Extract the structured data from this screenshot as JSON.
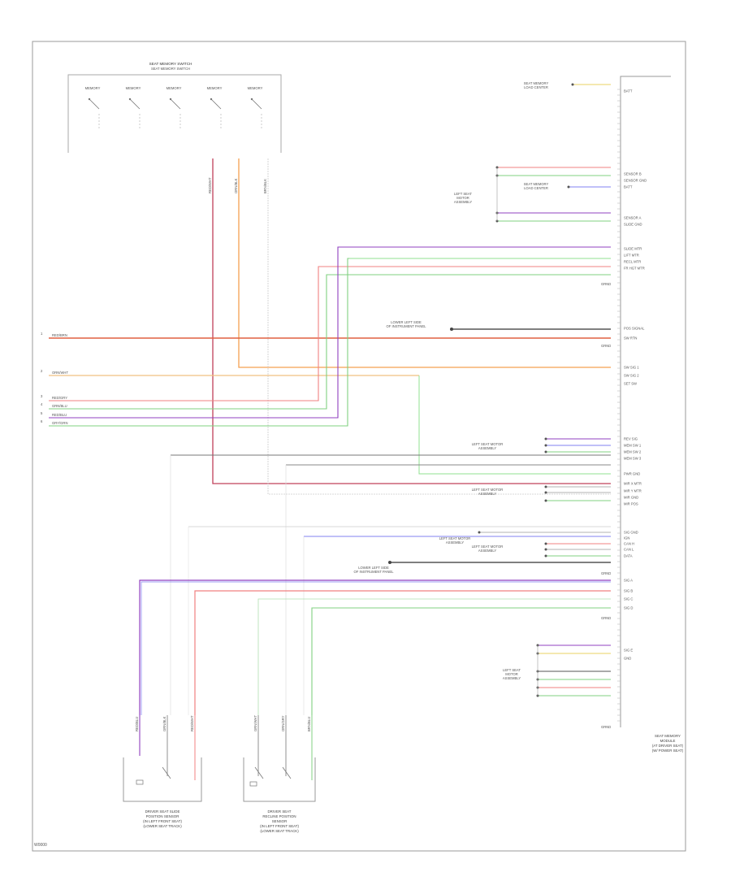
{
  "footer_code": "W0000",
  "top_switch": {
    "title": "SEAT MEMORY SWITCH",
    "buttons": [
      "MEMORY",
      "MEMORY",
      "MEMORY",
      "MEMORY",
      "MEMORY"
    ],
    "wire_labels": [
      "RED/WHT",
      "ORN/BLK",
      "BRN/BLK"
    ]
  },
  "left_connectors": [
    "1",
    "2",
    "3",
    "4",
    "5",
    "6"
  ],
  "left_wire_labels": [
    "RED/BRN",
    "ORN/WHT",
    "RED/GRY",
    "GRN/BLU",
    "RED/BLU",
    "GRY/GRN"
  ],
  "module": {
    "caption": [
      "SEAT MEMORY",
      "MODULE",
      "(AT DRIVER SEAT)",
      "(W/ POWER SEAT)"
    ],
    "pin_labels": [
      "BATT",
      "SENSOR B",
      "SENSOR GND",
      "BATT",
      "SENSOR A",
      "SLIDE GND",
      "SLIDE MTR",
      "LIFT MTR",
      "RECL MTR",
      "FR HGT MTR",
      "POS SIGNAL",
      "SW RTN",
      "SW SIG 1",
      "SW SIG 2",
      "SET SW",
      "REV SIG",
      "MEM SW 1",
      "MEM SW 2",
      "MEM SW 3",
      "PWR GND",
      "MIR X MTR",
      "MIR Y MTR",
      "MIR GND",
      "MIR POS",
      "SIG GND",
      "IGN",
      "CAN H",
      "CAN L",
      "DATA",
      "SIG A",
      "SIG B",
      "SIG C",
      "SIG D",
      "SIG E",
      "GND"
    ],
    "block_labels": [
      "GRND",
      "GRND",
      "GRND",
      "GRND",
      "GRND"
    ]
  },
  "right_callouts": [
    "SEAT MEMORY\nLOAD CENTER",
    "SEAT MEMORY\nLOAD CENTER",
    "LEFT SEAT\nMOTOR\nASSEMBLY",
    "LOWER LEFT SIDE\nOF INSTRUMENT PANEL",
    "LEFT SEAT MOTOR\nASSEMBLY",
    "LEFT SEAT MOTOR\nASSEMBLY",
    "LEFT SEAT MOTOR\nASSEMBLY",
    "LEFT SEAT MOTOR\nASSEMBLY",
    "LOWER LEFT SIDE\nOF INSTRUMENT PANEL",
    "LEFT SEAT\nMOTOR\nASSEMBLY"
  ],
  "bottom_left_switch": {
    "caption": [
      "DRIVER SEAT SLIDE",
      "POSITION SENSOR",
      "(IN LEFT FRONT SEAT)",
      "(LOWER SEAT TRACK)"
    ],
    "wire_labels": [
      "RED/BLU",
      "GRN/BLK",
      "RED/WHT"
    ]
  },
  "bottom_right_switch": {
    "caption": [
      "DRIVER SEAT",
      "RECLINE POSITION",
      "SENSOR",
      "(IN LEFT FRONT SEAT)",
      "(LOWER SEAT TRACK)"
    ],
    "wire_labels": [
      "GRN/WHT",
      "ORN/GRY",
      "BRN/BLU"
    ]
  },
  "colors": {
    "red": "#f08080",
    "dark_red": "#c0405a",
    "orange": "#f5a050",
    "green": "#80d080",
    "purple": "#9040c0",
    "blue": "#8080f0",
    "yellow": "#e8d060",
    "gray": "#b0b0b0",
    "black": "#555555"
  }
}
